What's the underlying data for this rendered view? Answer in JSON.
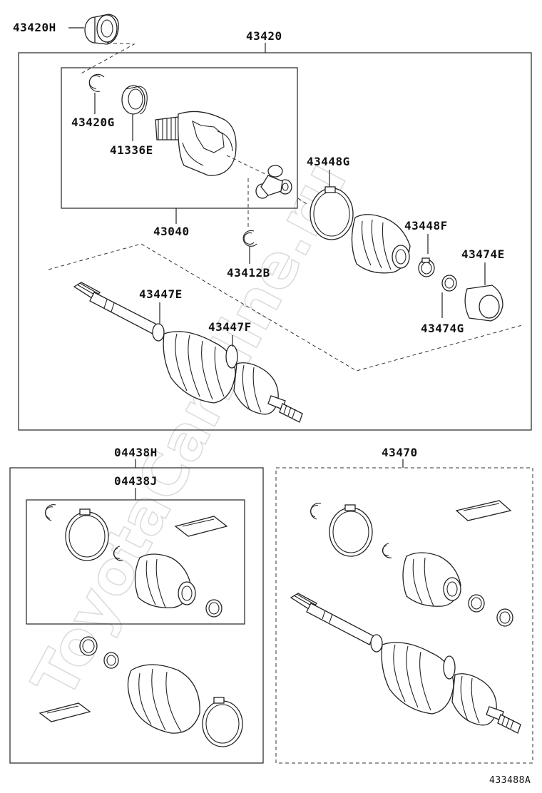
{
  "watermark": "ToyotaCarMine.ru",
  "footer_code": "433488A",
  "colors": {
    "line": "#222222",
    "watermark": "#dcdcdc",
    "background": "#ffffff"
  },
  "labels": {
    "p43420h": "43420H",
    "p43420": "43420",
    "p43420g": "43420G",
    "p41336e": "41336E",
    "p43040": "43040",
    "p43448g": "43448G",
    "p43412b": "43412B",
    "p43448f": "43448F",
    "p43474e": "43474E",
    "p43447e": "43447E",
    "p43447f": "43447F",
    "p43474g": "43474G",
    "p04438h": "04438H",
    "p04438j": "04438J",
    "p43470": "43470"
  }
}
